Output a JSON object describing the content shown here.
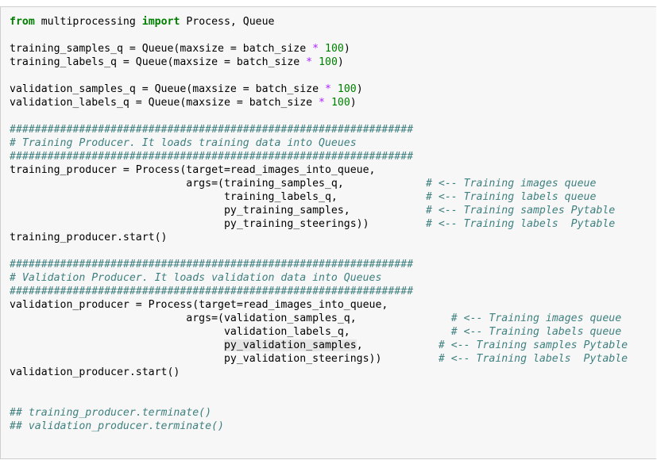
{
  "cell": {
    "lines": [
      [
        {
          "t": "from",
          "c": "kw"
        },
        {
          "t": " multiprocessing "
        },
        {
          "t": "import",
          "c": "kw"
        },
        {
          "t": " Process, Queue"
        }
      ],
      [],
      [
        {
          "t": "training_samples_q = Queue(maxsize = batch_size "
        },
        {
          "t": "*",
          "c": "op"
        },
        {
          "t": " "
        },
        {
          "t": "100",
          "c": "num"
        },
        {
          "t": ")"
        }
      ],
      [
        {
          "t": "training_labels_q = Queue(maxsize = batch_size "
        },
        {
          "t": "*",
          "c": "op"
        },
        {
          "t": " "
        },
        {
          "t": "100",
          "c": "num"
        },
        {
          "t": ")"
        }
      ],
      [],
      [
        {
          "t": "validation_samples_q = Queue(maxsize = batch_size "
        },
        {
          "t": "*",
          "c": "op"
        },
        {
          "t": " "
        },
        {
          "t": "100",
          "c": "num"
        },
        {
          "t": ")"
        }
      ],
      [
        {
          "t": "validation_labels_q = Queue(maxsize = batch_size "
        },
        {
          "t": "*",
          "c": "op"
        },
        {
          "t": " "
        },
        {
          "t": "100",
          "c": "num"
        },
        {
          "t": ")"
        }
      ],
      [],
      [
        {
          "t": "################################################################",
          "c": "cm"
        }
      ],
      [
        {
          "t": "# Training Producer. It loads training data into Queues",
          "c": "cm"
        }
      ],
      [
        {
          "t": "################################################################",
          "c": "cm"
        }
      ],
      [
        {
          "t": "training_producer = Process(target=read_images_into_queue,"
        }
      ],
      [
        {
          "t": "                            args=(training_samples_q,             "
        },
        {
          "t": "# <-- Training images queue",
          "c": "cm"
        }
      ],
      [
        {
          "t": "                                  training_labels_q,              "
        },
        {
          "t": "# <-- Training labels queue",
          "c": "cm"
        }
      ],
      [
        {
          "t": "                                  py_training_samples,            "
        },
        {
          "t": "# <-- Training samples Pytable",
          "c": "cm"
        }
      ],
      [
        {
          "t": "                                  py_training_steerings))         "
        },
        {
          "t": "# <-- Training labels  Pytable",
          "c": "cm"
        }
      ],
      [
        {
          "t": "training_producer.start()"
        }
      ],
      [],
      [
        {
          "t": "################################################################",
          "c": "cm"
        }
      ],
      [
        {
          "t": "# Validation Producer. It loads validation data into Queues",
          "c": "cm"
        }
      ],
      [
        {
          "t": "################################################################",
          "c": "cm"
        }
      ],
      [
        {
          "t": "validation_producer = Process(target=read_images_into_queue,"
        }
      ],
      [
        {
          "t": "                            args=(validation_samples_q,               "
        },
        {
          "t": "# <-- Training images queue",
          "c": "cm"
        }
      ],
      [
        {
          "t": "                                  validation_labels_q,                "
        },
        {
          "t": "# <-- Training labels queue",
          "c": "cm"
        }
      ],
      [
        {
          "t": "                                  "
        },
        {
          "t": "py_validation_samples",
          "c": "hl"
        },
        {
          "t": ",            "
        },
        {
          "t": "# <-- Training samples Pytable",
          "c": "cm"
        }
      ],
      [
        {
          "t": "                                  py_validation_steerings))         "
        },
        {
          "t": "# <-- Training labels  Pytable",
          "c": "cm"
        }
      ],
      [
        {
          "t": "validation_producer.start()"
        }
      ],
      [],
      [],
      [
        {
          "t": "## training_producer.terminate()",
          "c": "cm"
        }
      ],
      [
        {
          "t": "## validation_producer.terminate()",
          "c": "cm"
        }
      ]
    ]
  }
}
